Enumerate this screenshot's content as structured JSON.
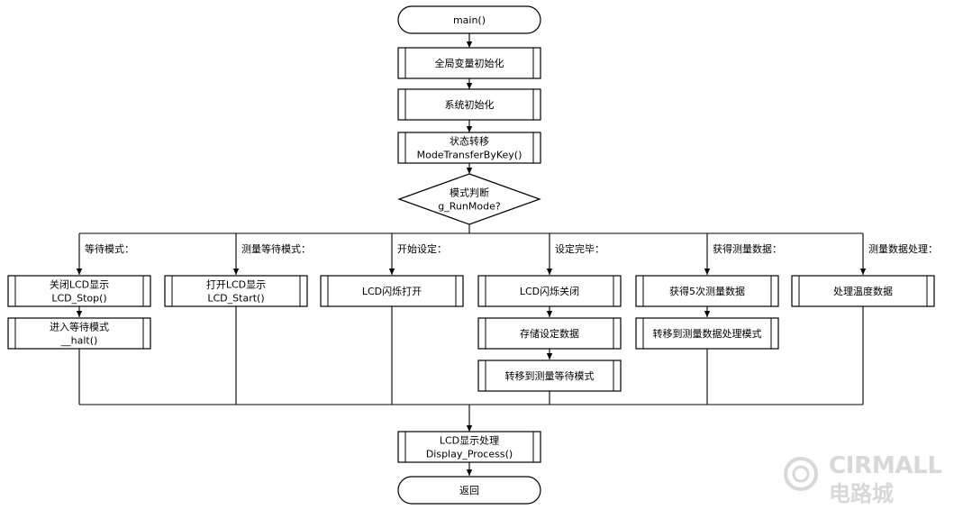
{
  "flowchart": {
    "start": "main()",
    "init_globals": "全局变量初始化",
    "init_system": "系统初始化",
    "state_transfer": [
      "状态转移",
      "ModeTransferByKey()"
    ],
    "mode_decision": [
      "模式判断",
      "g_RunMode?"
    ],
    "branches": [
      {
        "label": "等待模式：",
        "steps": [
          [
            "关闭LCD显示",
            "LCD_Stop()"
          ],
          [
            "进入等待模式",
            "__halt()"
          ]
        ]
      },
      {
        "label": "测量等待模式：",
        "steps": [
          [
            "打开LCD显示",
            "LCD_Start()"
          ]
        ]
      },
      {
        "label": "开始设定：",
        "steps": [
          [
            "LCD闪烁打开"
          ]
        ]
      },
      {
        "label": "设定完毕：",
        "steps": [
          [
            "LCD闪烁关闭"
          ],
          [
            "存储设定数据"
          ],
          [
            "转移到测量等待模式"
          ]
        ]
      },
      {
        "label": "获得测量数据：",
        "steps": [
          [
            "获得5次测量数据"
          ],
          [
            "转移到测量数据处理模式"
          ]
        ]
      },
      {
        "label": "测量数据处理：",
        "steps": [
          [
            "处理温度数据"
          ]
        ]
      }
    ],
    "display_process": [
      "LCD显示处理",
      "Display_Process()"
    ],
    "end": "返回"
  },
  "watermark": {
    "brand": "CIRMALL",
    "sub": "电路城"
  },
  "colors": {
    "line": "#000000",
    "box_fill": "#ffffff",
    "watermark": "#d8d8d8"
  }
}
